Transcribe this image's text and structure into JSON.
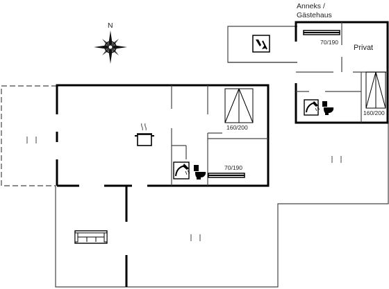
{
  "plan": {
    "annex_label_line1": "Anneks /",
    "annex_label_line2": "Gästehaus",
    "private_label": "Privat",
    "compass_letter": "N",
    "bed_sizes": {
      "annex_bunk": "70/190",
      "annex_double": "160/200",
      "main_double": "160/200",
      "main_bunk": "70/190"
    }
  },
  "colors": {
    "wall": "#000000",
    "outline": "#444444",
    "background": "#ffffff"
  },
  "icons": [
    "compass-icon",
    "cooking-pot-icon",
    "shower-icon",
    "toilet-icon",
    "sofa-icon",
    "no-smoking-icon",
    "bed-icon"
  ]
}
